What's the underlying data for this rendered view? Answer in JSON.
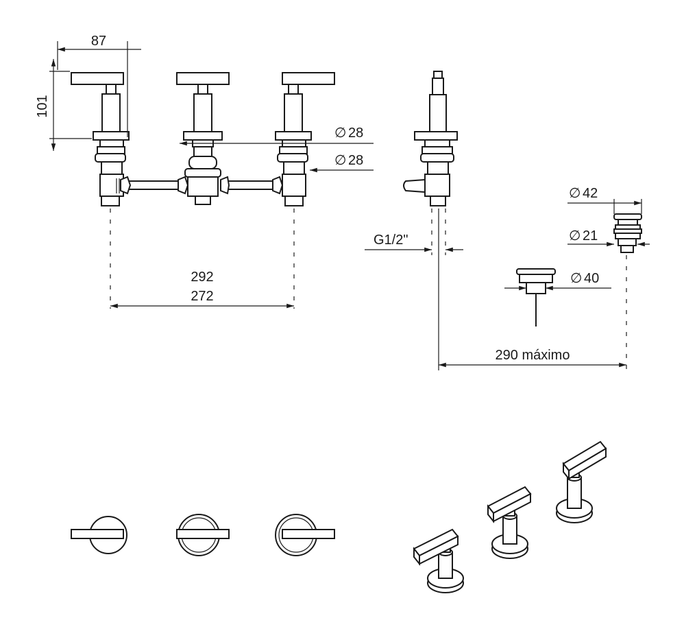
{
  "dimensions": {
    "handle_width": "87",
    "handle_height": "101",
    "body_diameter": "28",
    "nut_diameter": "28",
    "spacing_max": "292",
    "spacing_min": "272",
    "thread": "G1/2\"",
    "drain_cap_diameter": "42",
    "drain_stem_diameter": "21",
    "popup_diameter": "40",
    "reach": "290 máximo"
  },
  "symbols": {
    "diameter": "∅"
  }
}
